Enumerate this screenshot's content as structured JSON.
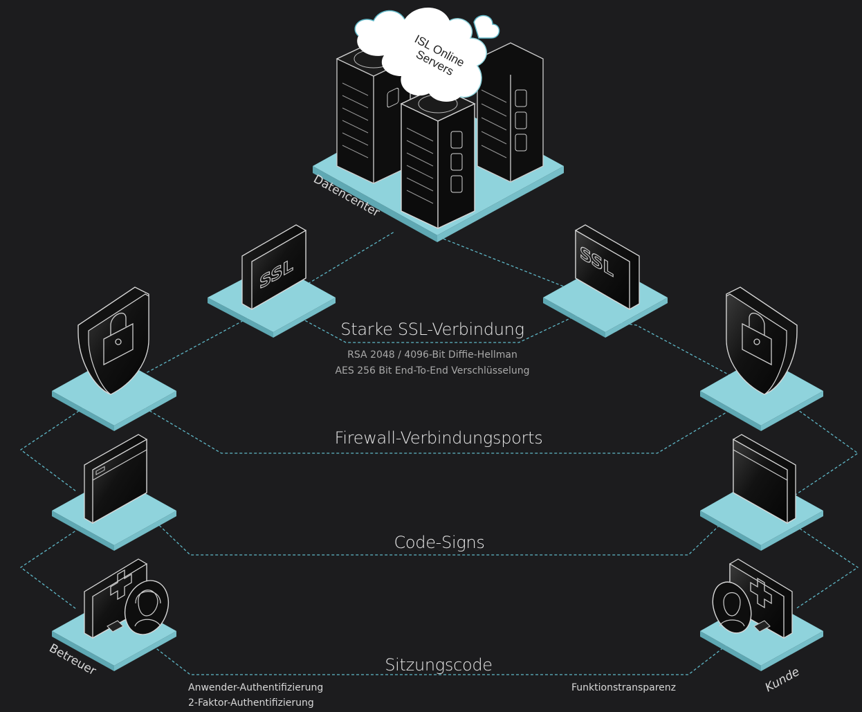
{
  "colors": {
    "background": "#1c1c1e",
    "platform": "#8fd3dc",
    "dashed_line": "#5fb8c8",
    "object_dark": "#0d0d0d",
    "cloud": "#ffffff"
  },
  "cloud_label": [
    "ISL Online",
    "Servers"
  ],
  "datacenter_label": "Datencenter",
  "ssl_badge_text": "SSL",
  "layers": [
    {
      "title": "Starke SSL-Verbindung",
      "details": [
        "RSA 2048 / 4096-Bit Diffie-Hellman",
        "AES 256 Bit End-To-End Verschlüsselung"
      ]
    },
    {
      "title": "Firewall-Verbindungsports",
      "details": []
    },
    {
      "title": "Code-Signs",
      "details": []
    },
    {
      "title": "Sitzungscode",
      "details": []
    }
  ],
  "left_notes": [
    "Anwender-Authentifizierung",
    "2-Faktor-Authentifizierung"
  ],
  "right_note": "Funktionstransparenz",
  "supporter_label": "Betreuer",
  "customer_label": "Kunde",
  "icons": [
    "server-tower-icon",
    "cloud-icon",
    "ssl-certificate-icon",
    "shield-lock-icon",
    "application-window-icon",
    "monitor-medical-cross-icon",
    "headset-supporter-icon",
    "customer-person-icon"
  ]
}
